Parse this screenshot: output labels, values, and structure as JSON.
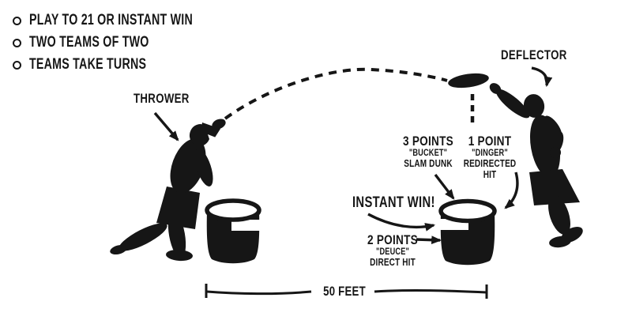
{
  "colors": {
    "ink": "#161616",
    "background": "#ffffff"
  },
  "rules": {
    "items": [
      "PLAY TO 21 OR INSTANT WIN",
      "TWO TEAMS OF TWO",
      "TEAMS TAKE TURNS"
    ]
  },
  "players": {
    "thrower_label": "THROWER",
    "deflector_label": "DEFLECTOR"
  },
  "scoring": {
    "slam_dunk": {
      "points": "3 POINTS",
      "nickname": "\"BUCKET\"",
      "description": "SLAM DUNK"
    },
    "redirected": {
      "points": "1 POINT",
      "nickname": "\"DINGER\"",
      "description": "REDIRECTED HIT"
    },
    "direct": {
      "points": "2 POINTS",
      "nickname": "\"DEUCE\"",
      "description": "DIRECT HIT"
    },
    "instant_win_label": "INSTANT WIN!"
  },
  "field": {
    "distance_label": "50 FEET"
  }
}
